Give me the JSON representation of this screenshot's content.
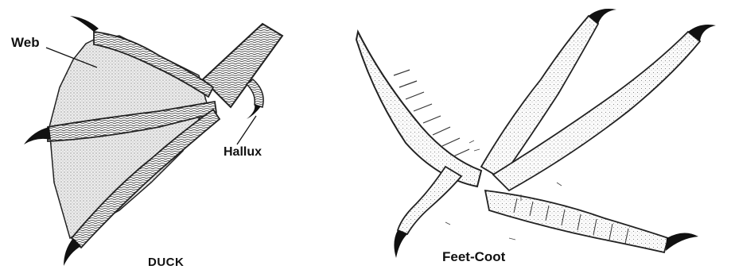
{
  "duck": {
    "labels": {
      "web": "Web",
      "hallux": "Hallux"
    },
    "caption": "DUCK"
  },
  "coot": {
    "caption": "Feet-Coot"
  },
  "colors": {
    "ink": "#111111",
    "web_fill": "#e6e6e6",
    "toe_fill": "#f7f7f7"
  }
}
